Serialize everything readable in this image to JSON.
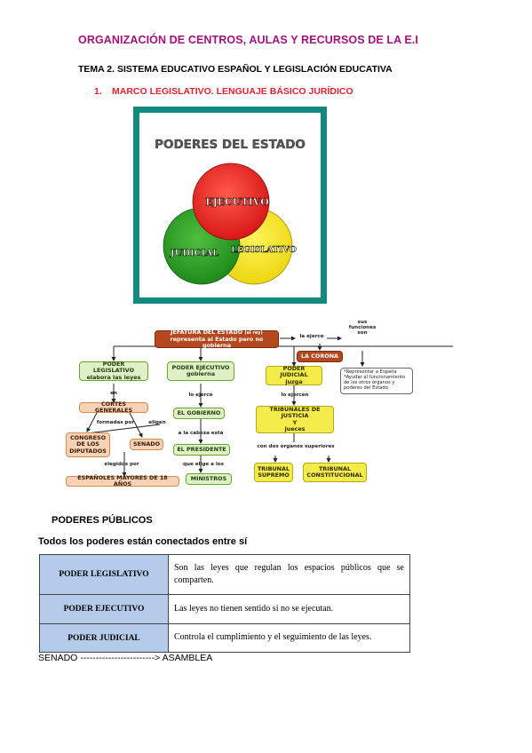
{
  "header": {
    "title": "ORGANIZACIÓN DE CENTROS, AULAS Y RECURSOS DE LA E.I",
    "unit_title": "TEMA 2. SISTEMA EDUCATIVO ESPAÑOL Y LEGISLACIÓN EDUCATIVA",
    "section_number": "1.",
    "section_title": "MARCO LEGISLATIVO. LENGUAJE BÁSICO JURÍDICO"
  },
  "venn": {
    "title": "PODERES DEL ESTADO",
    "ejecutivo": "EJECUTIVO",
    "judicial": "JUDICIAL",
    "legislativo": "LEGISLATIVO",
    "colors": {
      "frame": "#138a7f",
      "red": "#e42424",
      "green": "#2e9e2a",
      "yellow": "#f2e21c",
      "title": "#555555"
    }
  },
  "concept_map": {
    "jefatura_l1": "JEFATURA DEL ESTADO",
    "jefatura_tag": "(el rey)",
    "jefatura_l2": "representa al Estado pero no gobierna",
    "la_ejerce": "la ejerce",
    "la_corona": "LA CORONA",
    "sus_funciones": "sus\nfunciones\nson",
    "note_1": "*Representar a España",
    "note_2": "*Ayudar al funcionamiento de los otros órganos y poderes del Estado",
    "leg_l1": "PODER LEGISLATIVO",
    "leg_l2": "elabora las leyes",
    "en": "en",
    "cortes": "CORTES GENERALES",
    "formadas_por": "formadas por",
    "eligen": "eligen",
    "congreso": "CONGRESO\nDE LOS\nDIPUTADOS",
    "senado": "SENADO",
    "elegidos_por": "elegidos por",
    "espanoles": "ESPAÑOLES MAYORES DE 18 AÑOS",
    "ejec_l1": "PODER EJECUTIVO",
    "ejec_l2": "gobierna",
    "lo_ejerce_1": "lo ejerce",
    "gobierno": "EL GOBIERNO",
    "a_la_cabeza": "a la cabeza está",
    "presidente": "EL PRESIDENTE",
    "que_elige": "que elige a los",
    "ministros": "MINISTROS",
    "jud_l1": "PODER JUDICIAL",
    "jud_l2": "juzga",
    "lo_ejercen": "lo ejercen",
    "tribunales_l1": "TRIBUNALES DE JUSTICIA",
    "tribunales_l2": "Y",
    "tribunales_l3": "jueces",
    "con_dos": "con dos órganos superiores",
    "supremo": "TRIBUNAL\nSUPREMO",
    "constitucional": "TRIBUNAL\nCONSTITUCIONAL"
  },
  "powers": {
    "heading": "PODERES PÚBLICOS",
    "connected": "Todos los poderes están conectados entre sí",
    "rows": [
      {
        "name": "PODER LEGISLATIVO",
        "desc": "Son las leyes que regulan los espacios públicos que se comparten."
      },
      {
        "name": "PODER EJECUTIVO",
        "desc": "Las leyes no tienen sentido si no se ejecutan."
      },
      {
        "name": "PODER JUDICIAL",
        "desc": "Controla el cumplimiento y el seguimiento de las leyes."
      }
    ],
    "name_bg": "#b5cbea"
  },
  "footer": {
    "senado_line": "SENADO ------------------------> ASAMBLEA"
  }
}
